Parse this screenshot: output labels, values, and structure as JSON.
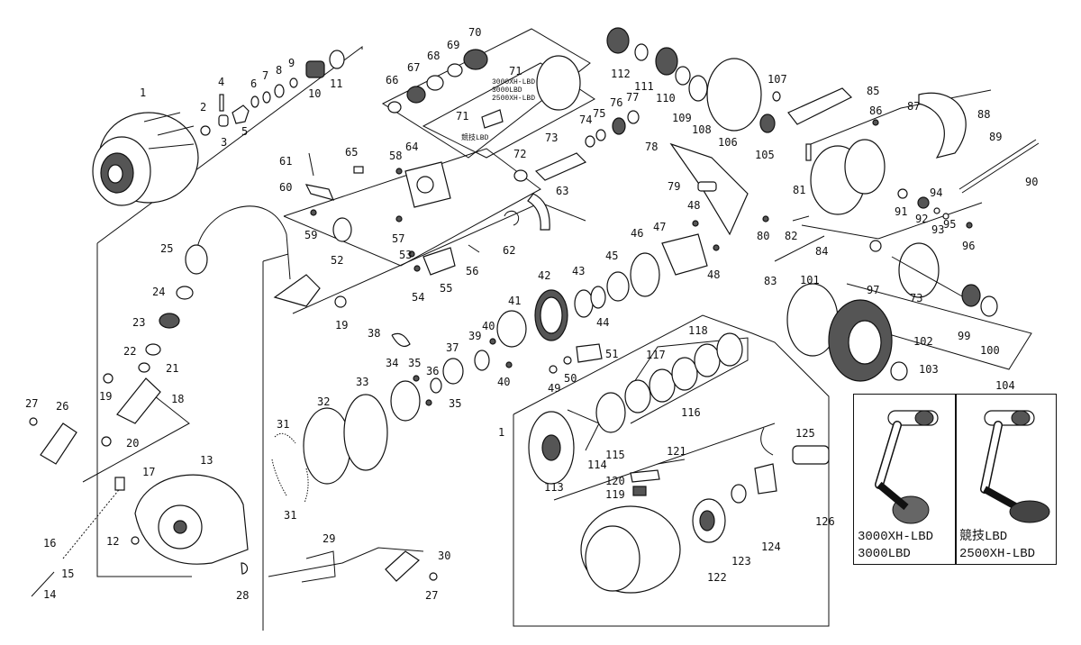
{
  "diagram": {
    "type": "exploded-parts-diagram",
    "part_numbers": [
      "1",
      "2",
      "3",
      "4",
      "5",
      "6",
      "7",
      "8",
      "9",
      "10",
      "11",
      "12",
      "13",
      "14",
      "15",
      "16",
      "17",
      "18",
      "19",
      "20",
      "21",
      "22",
      "23",
      "24",
      "25",
      "26",
      "27",
      "28",
      "29",
      "30",
      "31",
      "32",
      "33",
      "34",
      "35",
      "36",
      "37",
      "38",
      "39",
      "40",
      "41",
      "42",
      "43",
      "44",
      "45",
      "46",
      "47",
      "48",
      "49",
      "50",
      "51",
      "52",
      "53",
      "54",
      "55",
      "56",
      "57",
      "58",
      "59",
      "60",
      "61",
      "62",
      "63",
      "64",
      "65",
      "66",
      "67",
      "68",
      "69",
      "70",
      "71",
      "72",
      "73",
      "74",
      "75",
      "76",
      "77",
      "78",
      "79",
      "80",
      "81",
      "82",
      "83",
      "84",
      "85",
      "86",
      "87",
      "88",
      "89",
      "90",
      "91",
      "92",
      "93",
      "94",
      "95",
      "96",
      "97",
      "99",
      "100",
      "101",
      "102",
      "103",
      "104",
      "105",
      "106",
      "107",
      "108",
      "109",
      "110",
      "111",
      "112",
      "113",
      "114",
      "115",
      "116",
      "117",
      "118",
      "119",
      "120",
      "121",
      "122",
      "123",
      "124",
      "125",
      "126"
    ],
    "callouts": {
      "n1": "1",
      "n1b": "1",
      "n2": "2",
      "n3": "3",
      "n4": "4",
      "n5": "5",
      "n6": "6",
      "n7": "7",
      "n8": "8",
      "n9": "9",
      "n10": "10",
      "n11": "11",
      "n12": "12",
      "n13": "13",
      "n14": "14",
      "n15": "15",
      "n16": "16",
      "n17": "17",
      "n18": "18",
      "n19": "19",
      "n19b": "19",
      "n20": "20",
      "n21": "21",
      "n22": "22",
      "n23": "23",
      "n24": "24",
      "n25": "25",
      "n26": "26",
      "n27": "27",
      "n27b": "27",
      "n28": "28",
      "n29": "29",
      "n30": "30",
      "n31": "31",
      "n31b": "31",
      "n32": "32",
      "n33": "33",
      "n34": "34",
      "n35": "35",
      "n35b": "35",
      "n36": "36",
      "n37": "37",
      "n38": "38",
      "n39": "39",
      "n40": "40",
      "n40b": "40",
      "n41": "41",
      "n42": "42",
      "n43": "43",
      "n44": "44",
      "n45": "45",
      "n46": "46",
      "n47": "47",
      "n48": "48",
      "n48b": "48",
      "n49": "49",
      "n50": "50",
      "n51": "51",
      "n52": "52",
      "n53": "53",
      "n54": "54",
      "n55": "55",
      "n56": "56",
      "n57": "57",
      "n58": "58",
      "n59": "59",
      "n60": "60",
      "n61": "61",
      "n62": "62",
      "n63": "63",
      "n64": "64",
      "n65": "65",
      "n66": "66",
      "n67": "67",
      "n68": "68",
      "n69": "69",
      "n70": "70",
      "n71": "71",
      "n71b": "71",
      "n72": "72",
      "n73": "73",
      "n73b": "73",
      "n74": "74",
      "n75": "75",
      "n76": "76",
      "n77": "77",
      "n78": "78",
      "n79": "79",
      "n80": "80",
      "n81": "81",
      "n82": "82",
      "n83": "83",
      "n84": "84",
      "n85": "85",
      "n86": "86",
      "n87": "87",
      "n88": "88",
      "n89": "89",
      "n90": "90",
      "n91": "91",
      "n92": "92",
      "n93": "93",
      "n94": "94",
      "n95": "95",
      "n96": "96",
      "n97": "97",
      "n99": "99",
      "n100": "100",
      "n101": "101",
      "n102": "102",
      "n103": "103",
      "n104": "104",
      "n105": "105",
      "n106": "106",
      "n107": "107",
      "n108": "108",
      "n109": "109",
      "n110": "110",
      "n111": "111",
      "n112": "112",
      "n113": "113",
      "n114": "114",
      "n115": "115",
      "n116": "116",
      "n117": "117",
      "n118": "118",
      "n119": "119",
      "n120": "120",
      "n121": "121",
      "n122": "122",
      "n123": "123",
      "n124": "124",
      "n125": "125",
      "n126": "126"
    },
    "model_note": {
      "line1": "3000XH-LBD",
      "line2": "3000LBD",
      "line3": "2500XH-LBD"
    },
    "variant_71b_label": "競技LBD"
  },
  "handle_panel": {
    "left_caption_line1": "3000XH-LBD",
    "left_caption_line2": "3000LBD",
    "right_caption_line1": "競技LBD",
    "right_caption_line2": "2500XH-LBD"
  }
}
